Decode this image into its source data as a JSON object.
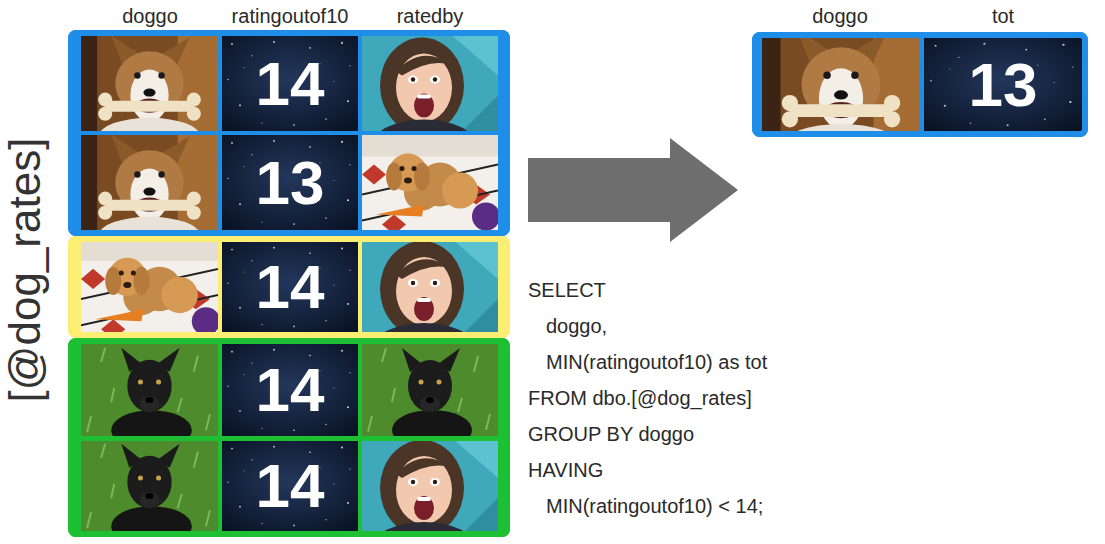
{
  "diagram": {
    "nodes": [
      {
        "text": [
          "[@dog_rates]"
        ]
      },
      {
        "text": [
          "14",
          "13"
        ],
        "in": 0
      },
      {
        "text": [
          "14"
        ],
        "in": 0
      },
      {
        "text": [
          "14",
          "14"
        ],
        "in": 0
      },
      {
        "text": [
          "13"
        ]
      }
    ],
    "edges": [
      {
        "from": 0,
        "to": 4,
        "arrow": "to"
      }
    ],
    "labels": [
      "doggo",
      "ratingoutof10",
      "ratedby",
      "doggo",
      "tot",
      "SELECT",
      "doggo,",
      "MIN(ratingoutof10) as tot",
      "FROM dbo.[@dog_rates]",
      "GROUP BY doggo",
      "HAVING",
      "MIN(ratingoutof10) < 14;"
    ]
  }
}
